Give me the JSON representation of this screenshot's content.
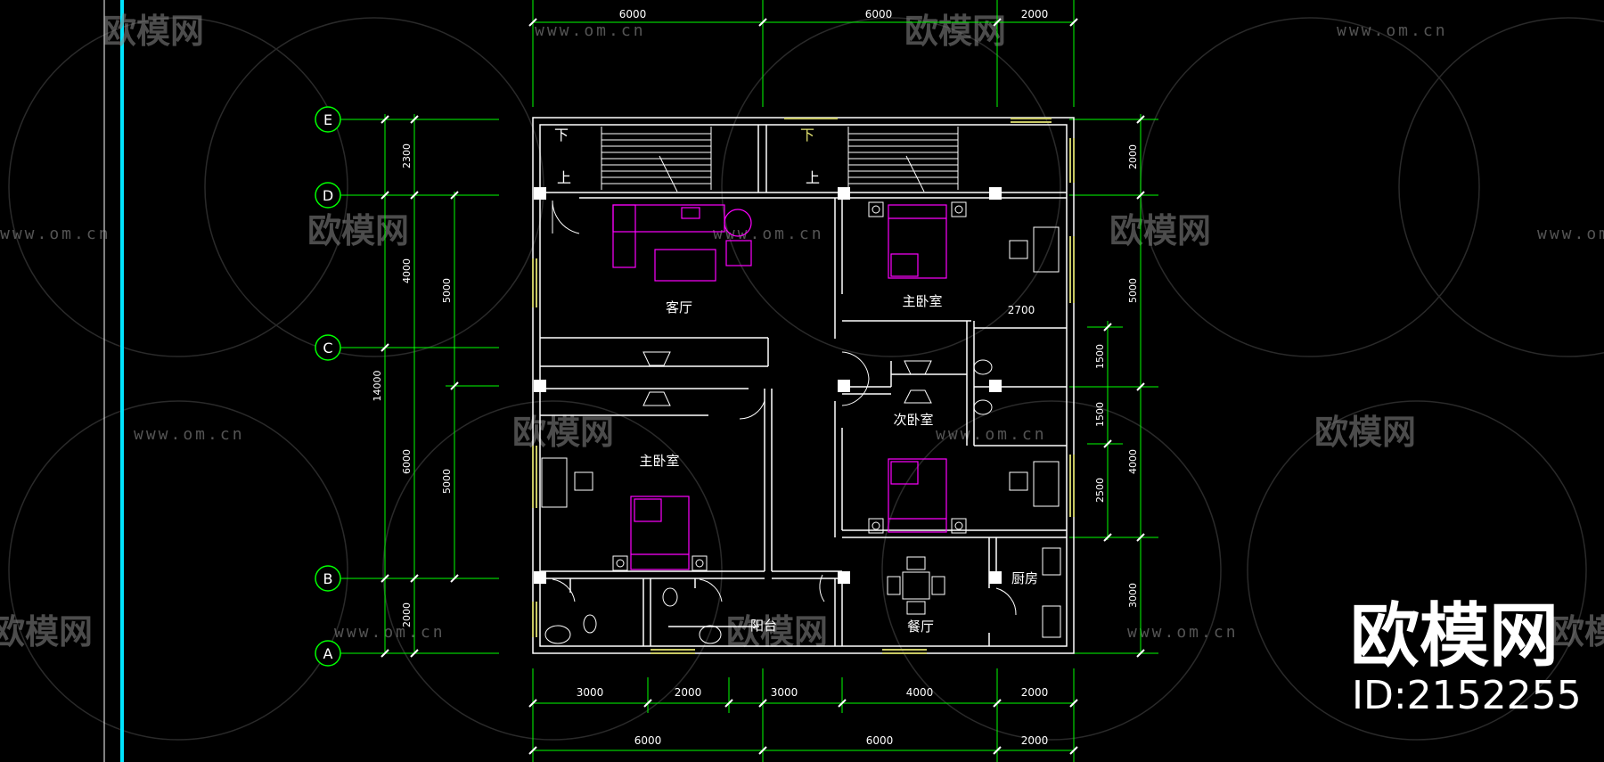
{
  "axes": [
    {
      "label": "E"
    },
    {
      "label": "D"
    },
    {
      "label": "C"
    },
    {
      "label": "B"
    },
    {
      "label": "A"
    }
  ],
  "dims_top": [
    "6000",
    "6000",
    "2000"
  ],
  "dims_bottom_detail": [
    "3000",
    "2000",
    "3000",
    "4000",
    "2000"
  ],
  "dims_bottom_total": [
    "6000",
    "6000",
    "2000"
  ],
  "dims_left_outer": [
    "2300",
    "4000",
    "6000",
    "2000"
  ],
  "dims_left_inner": [
    "5000",
    "5000"
  ],
  "dims_left_total": "14000",
  "dims_right_outer": [
    "2000",
    "5000",
    "4000",
    "3000"
  ],
  "dims_right_inner": [
    "1500",
    "1500",
    "2500"
  ],
  "dim_internal": "2700",
  "rooms": {
    "living": "客厅",
    "master_bed_ne": "主卧室",
    "master_bed_sw": "主卧室",
    "second_bed": "次卧室",
    "kitchen": "厨房",
    "dining": "餐厅",
    "balcony": "阳台"
  },
  "stairs": {
    "down": "下",
    "up": "上"
  },
  "watermark": {
    "url": "www.om.cn",
    "logo": "欧模网"
  },
  "brand": {
    "logo": "欧模网",
    "id": "ID:2152255"
  },
  "colors": {
    "wall": "#ffffff",
    "dimension": "#00ff00",
    "furniture": "#ff00ff",
    "guide": "#00ffff",
    "window": "#c8c864"
  }
}
